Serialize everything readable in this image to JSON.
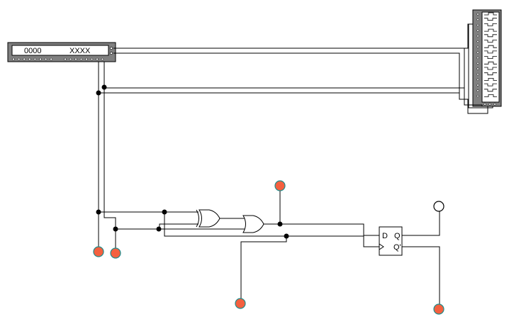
{
  "word_generator": {
    "left_display": "0000",
    "right_display": "XXXX"
  },
  "flip_flop": {
    "d_label": "D",
    "q_label": "Q",
    "qn_label": "Q'"
  },
  "probes": [
    {
      "id": "probe-a",
      "lit": true
    },
    {
      "id": "probe-b",
      "lit": true
    },
    {
      "id": "probe-or-out",
      "lit": true
    },
    {
      "id": "probe-clock-in",
      "lit": true
    },
    {
      "id": "probe-q",
      "lit": false
    },
    {
      "id": "probe-qn",
      "lit": true
    }
  ],
  "colors": {
    "probe_on": "#f4603f",
    "probe_rim": "#1e8c8c",
    "probe_off": "#ffffff",
    "instrument_frame": "#808080"
  }
}
